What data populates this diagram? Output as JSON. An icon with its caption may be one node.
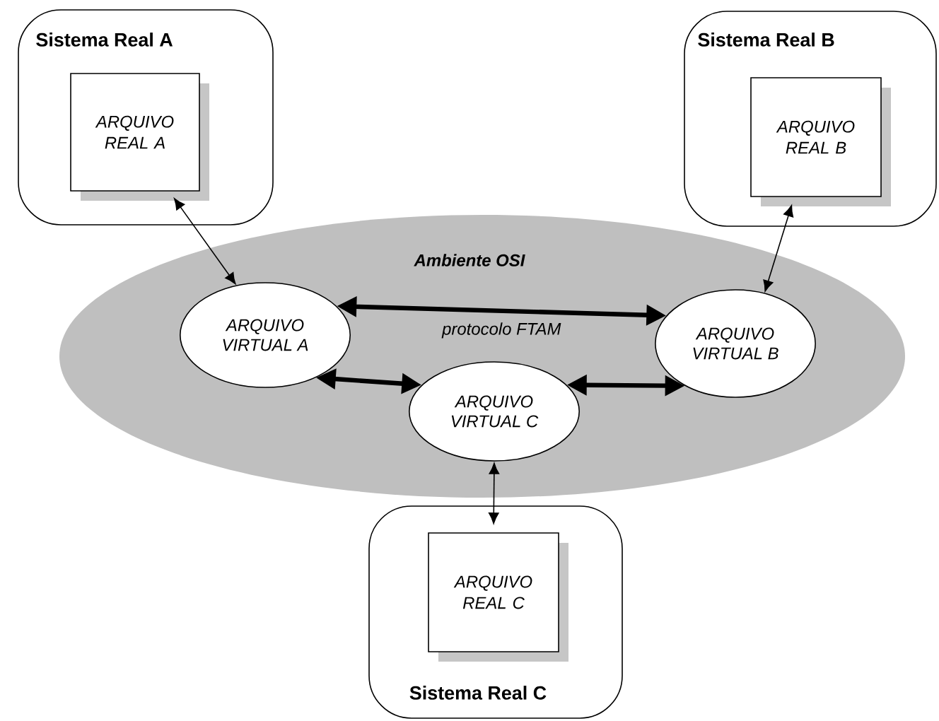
{
  "diagram": {
    "nodes": [
      {
        "text": [
          "Sistema Real A"
        ]
      },
      {
        "text": [
          "ARQUIVO REAL A"
        ],
        "in": 0
      },
      {
        "text": [
          "Sistema Real B"
        ]
      },
      {
        "text": [
          "ARQUIVO REAL B"
        ],
        "in": 2
      },
      {
        "text": [
          "Ambiente OSI"
        ]
      },
      {
        "text": [
          "ARQUIVO VIRTUAL A"
        ],
        "in": 4
      },
      {
        "text": [
          "ARQUIVO VIRTUAL B"
        ],
        "in": 4
      },
      {
        "text": [
          "ARQUIVO VIRTUAL C"
        ],
        "in": 4
      },
      {
        "text": [
          "Sistema Real C"
        ]
      },
      {
        "text": [
          "ARQUIVO REAL C"
        ],
        "in": 8
      }
    ],
    "edges": [
      {
        "from": 1,
        "to": 5,
        "arrow": "both"
      },
      {
        "from": 3,
        "to": 6,
        "arrow": "both"
      },
      {
        "from": 5,
        "to": 6,
        "arrow": "both",
        "style": "thick",
        "label": "protocolo FTAM"
      },
      {
        "from": 5,
        "to": 7,
        "arrow": "both",
        "style": "thick"
      },
      {
        "from": 6,
        "to": 7,
        "arrow": "both",
        "style": "thick"
      },
      {
        "from": 7,
        "to": 9,
        "arrow": "both"
      }
    ]
  }
}
